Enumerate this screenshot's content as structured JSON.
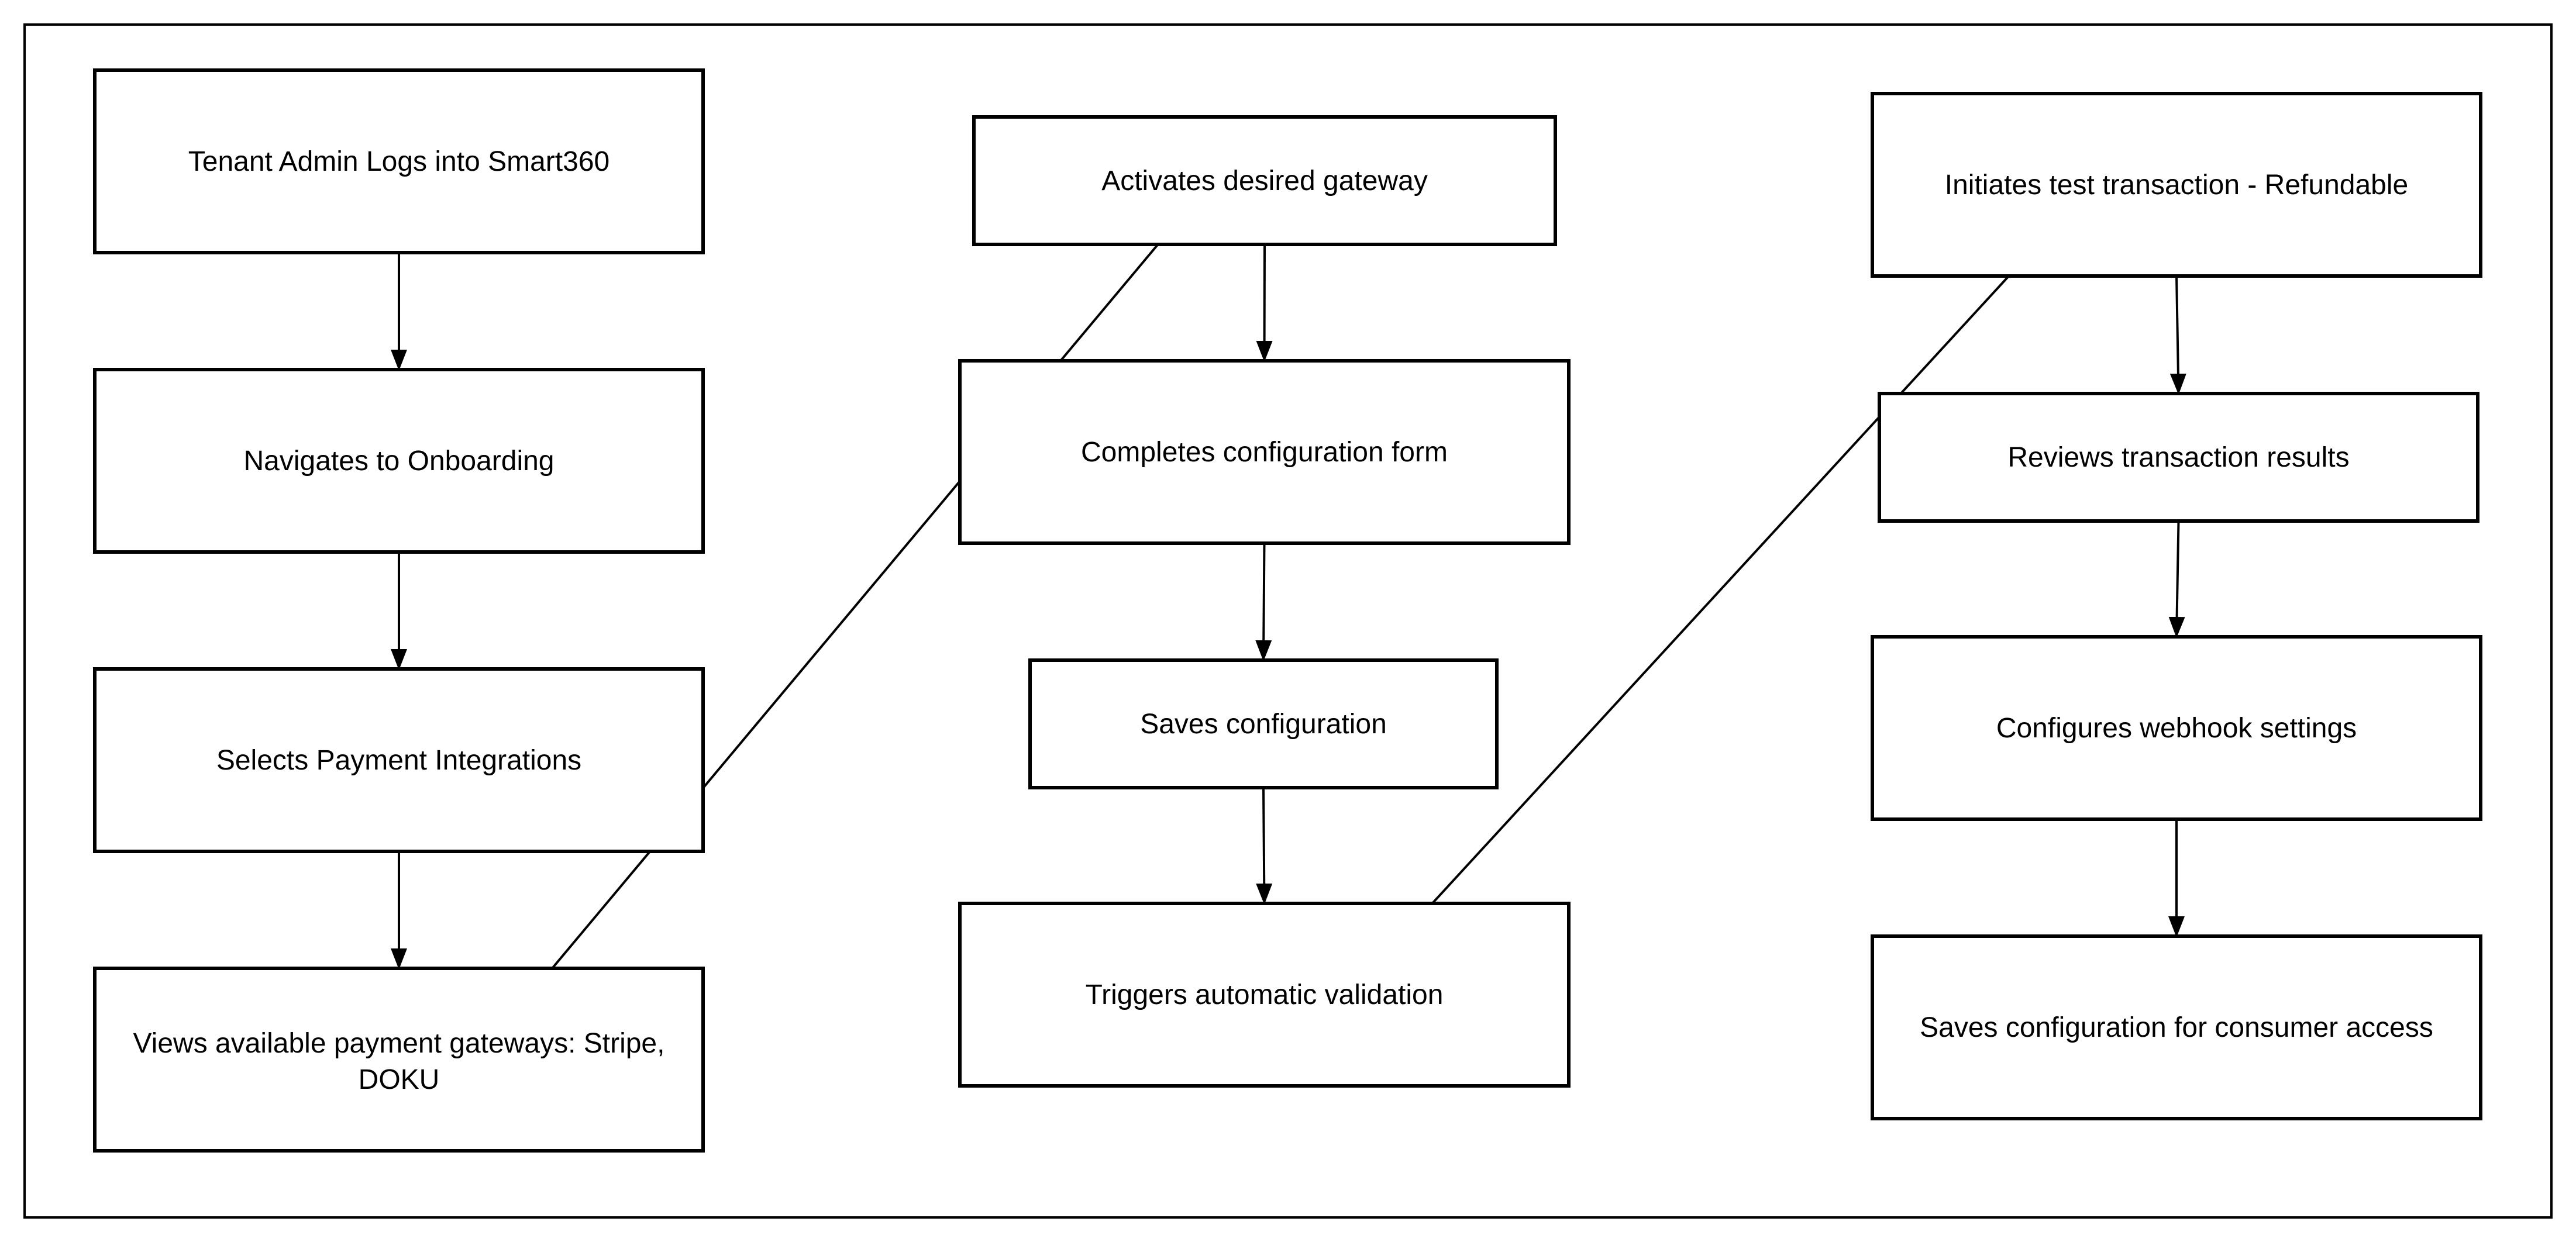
{
  "nodes": [
    {
      "id": "n1",
      "label": "Tenant Admin Logs into Smart360"
    },
    {
      "id": "n2",
      "label": "Navigates to Onboarding"
    },
    {
      "id": "n3",
      "label": "Selects Payment Integrations"
    },
    {
      "id": "n4",
      "label": "Views available payment gateways: Stripe, DOKU"
    },
    {
      "id": "n5",
      "label": "Activates desired gateway"
    },
    {
      "id": "n6",
      "label": "Completes configuration form"
    },
    {
      "id": "n7",
      "label": "Saves configuration"
    },
    {
      "id": "n8",
      "label": "Triggers automatic validation"
    },
    {
      "id": "n9",
      "label": "Initiates test transaction - Refundable"
    },
    {
      "id": "n10",
      "label": "Reviews transaction results"
    },
    {
      "id": "n11",
      "label": "Configures webhook settings"
    },
    {
      "id": "n12",
      "label": "Saves configuration for consumer access"
    }
  ],
  "edges": [
    {
      "from": "n1",
      "to": "n2"
    },
    {
      "from": "n2",
      "to": "n3"
    },
    {
      "from": "n3",
      "to": "n4"
    },
    {
      "from": "n4",
      "to": "n5"
    },
    {
      "from": "n5",
      "to": "n6"
    },
    {
      "from": "n6",
      "to": "n7"
    },
    {
      "from": "n7",
      "to": "n8"
    },
    {
      "from": "n8",
      "to": "n9"
    },
    {
      "from": "n9",
      "to": "n10"
    },
    {
      "from": "n10",
      "to": "n11"
    },
    {
      "from": "n11",
      "to": "n12"
    }
  ]
}
